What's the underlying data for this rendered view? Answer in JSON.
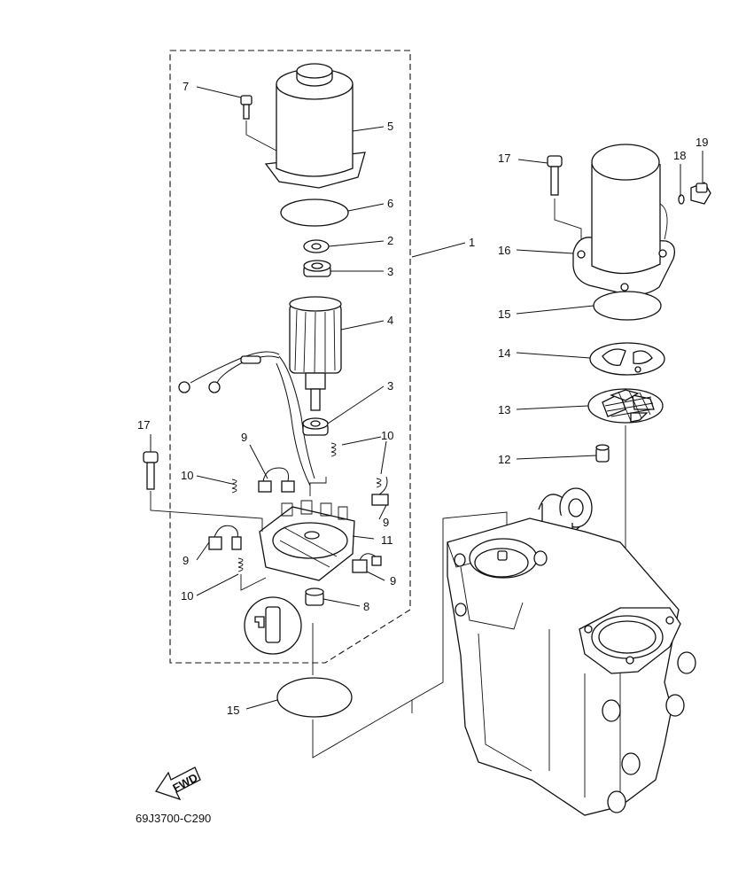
{
  "diagram": {
    "code": "69J3700-C290",
    "fwd_label": "FWD",
    "callouts": {
      "c1": "1",
      "c2": "2",
      "c3a": "3",
      "c3b": "3",
      "c4": "4",
      "c5": "5",
      "c6": "6",
      "c7": "7",
      "c8": "8",
      "c9a": "9",
      "c9b": "9",
      "c9c": "9",
      "c9d": "9",
      "c10a": "10",
      "c10b": "10",
      "c10c": "10",
      "c11": "11",
      "c12": "12",
      "c13": "13",
      "c14": "14",
      "c15a": "15",
      "c15b": "15",
      "c16": "16",
      "c17a": "17",
      "c17b": "17",
      "c18": "18",
      "c19": "19"
    }
  }
}
